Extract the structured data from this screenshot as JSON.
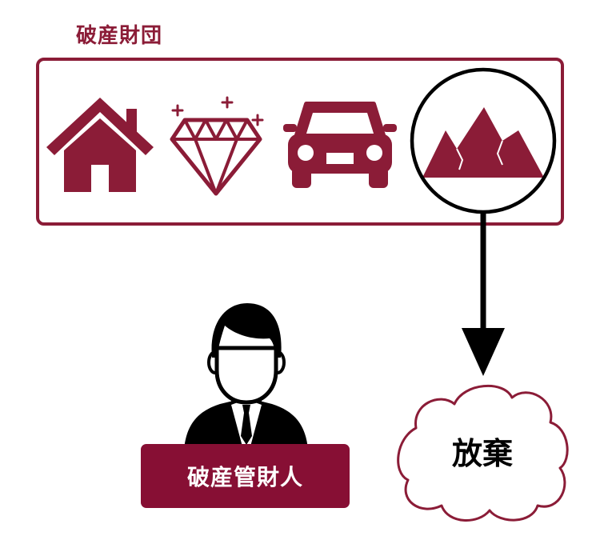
{
  "estate": {
    "title": "破産財団",
    "items": [
      {
        "icon": "house-icon"
      },
      {
        "icon": "diamond-icon"
      },
      {
        "icon": "car-icon"
      },
      {
        "icon": "mountain-icon",
        "highlighted": true
      }
    ]
  },
  "abandon": {
    "label": "放棄"
  },
  "trustee": {
    "label": "破産管財人",
    "icon": "businessman-icon"
  },
  "colors": {
    "accent": "#8b1c37",
    "label_bg": "#870f34",
    "highlight": "#000000",
    "arrow": "#000000",
    "text": "#000000",
    "label_text": "#ffffff"
  }
}
